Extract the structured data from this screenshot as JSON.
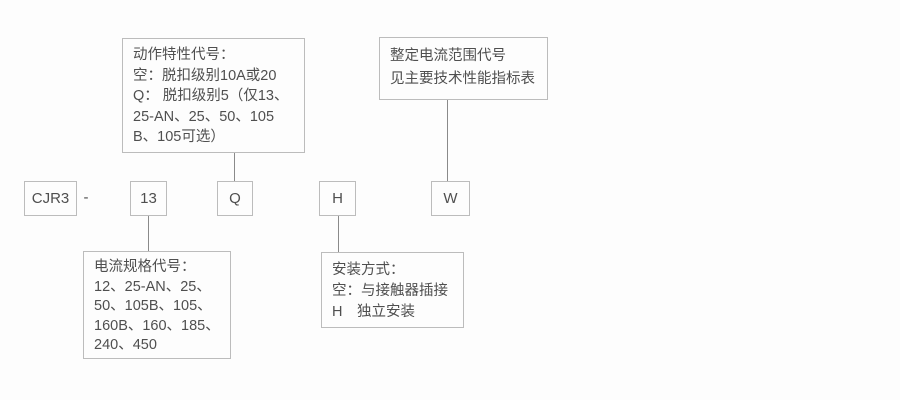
{
  "colors": {
    "border": "#bcbcbc",
    "line": "#8a8a8a",
    "text": "#4f4f4f",
    "bg": "#fdfdfd"
  },
  "model_row": {
    "prefix": "CJR3",
    "separator": "-",
    "code_current_spec": "13",
    "code_action": "Q",
    "code_mounting": "H",
    "code_current_range": "W"
  },
  "callouts": {
    "action_characteristic": {
      "lines": [
        "动作特性代号：",
        "空：脱扣级别10A或20",
        "Q： 脱扣级别5（仅13、",
        "25-AN、25、50、105",
        "B、105可选）"
      ]
    },
    "current_range": {
      "lines": [
        "整定电流范围代号",
        "见主要技术性能指标表"
      ]
    },
    "current_spec": {
      "lines": [
        "电流规格代号：",
        "12、25-AN、25、",
        "50、105B、105、",
        "160B、160、185、",
        "240、450"
      ]
    },
    "mounting": {
      "lines": [
        "安装方式：",
        "空：与接触器插接",
        "H　独立安装"
      ]
    }
  }
}
